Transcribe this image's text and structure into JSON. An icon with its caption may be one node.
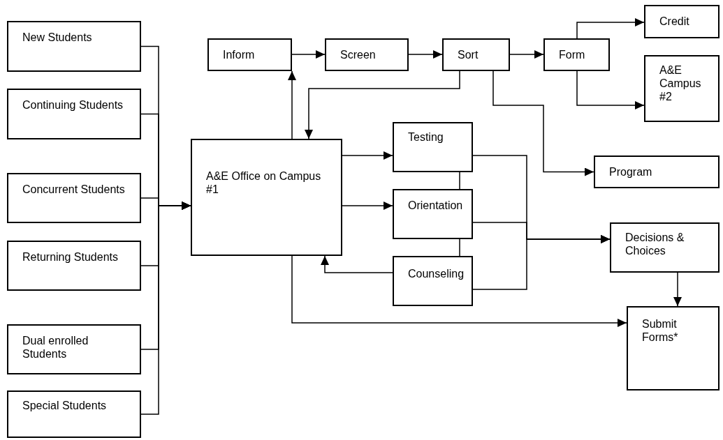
{
  "diagram": {
    "nodes": [
      {
        "text": [
          "New Students"
        ]
      },
      {
        "text": [
          "Continuing Students"
        ]
      },
      {
        "text": [
          "Concurrent Students"
        ]
      },
      {
        "text": [
          "Returning Students"
        ]
      },
      {
        "text": [
          "Dual enrolled Students"
        ]
      },
      {
        "text": [
          "Special Students"
        ]
      },
      {
        "text": [
          "Inform"
        ]
      },
      {
        "text": [
          "Screen"
        ]
      },
      {
        "text": [
          "Sort"
        ]
      },
      {
        "text": [
          "Form"
        ]
      },
      {
        "text": [
          "Credit"
        ]
      },
      {
        "text": [
          "A&E Campus #2"
        ]
      },
      {
        "text": [
          "A&E Office on Campus #1"
        ]
      },
      {
        "text": [
          "Testing"
        ]
      },
      {
        "text": [
          "Orientation"
        ]
      },
      {
        "text": [
          "Counseling"
        ]
      },
      {
        "text": [
          "Program"
        ]
      },
      {
        "text": [
          "Decisions & Choices"
        ]
      },
      {
        "text": [
          "Submit Forms*"
        ]
      }
    ],
    "edges": [
      {
        "from": 0,
        "to": 12,
        "arrow": "to"
      },
      {
        "from": 1,
        "to": 12,
        "arrow": "to"
      },
      {
        "from": 2,
        "to": 12,
        "arrow": "to"
      },
      {
        "from": 3,
        "to": 12,
        "arrow": "to"
      },
      {
        "from": 4,
        "to": 12,
        "arrow": "to"
      },
      {
        "from": 5,
        "to": 12,
        "arrow": "to"
      },
      {
        "from": 12,
        "to": 6,
        "arrow": "to"
      },
      {
        "from": 6,
        "to": 7,
        "arrow": "to"
      },
      {
        "from": 7,
        "to": 8,
        "arrow": "to"
      },
      {
        "from": 8,
        "to": 9,
        "arrow": "to"
      },
      {
        "from": 9,
        "to": 10,
        "arrow": "to"
      },
      {
        "from": 9,
        "to": 11,
        "arrow": "to"
      },
      {
        "from": 8,
        "to": 12,
        "arrow": "to"
      },
      {
        "from": 8,
        "to": 16,
        "arrow": "to"
      },
      {
        "from": 12,
        "to": 13,
        "arrow": "to"
      },
      {
        "from": 12,
        "to": 14,
        "arrow": "to"
      },
      {
        "from": 15,
        "to": 12,
        "arrow": "to"
      },
      {
        "from": 13,
        "to": 14,
        "arrow": "none"
      },
      {
        "from": 14,
        "to": 15,
        "arrow": "none"
      },
      {
        "from": 13,
        "to": 17,
        "arrow": "to"
      },
      {
        "from": 14,
        "to": 17,
        "arrow": "to"
      },
      {
        "from": 15,
        "to": 17,
        "arrow": "to"
      },
      {
        "from": 17,
        "to": 18,
        "arrow": "to"
      },
      {
        "from": 12,
        "to": 18,
        "arrow": "to"
      }
    ]
  }
}
